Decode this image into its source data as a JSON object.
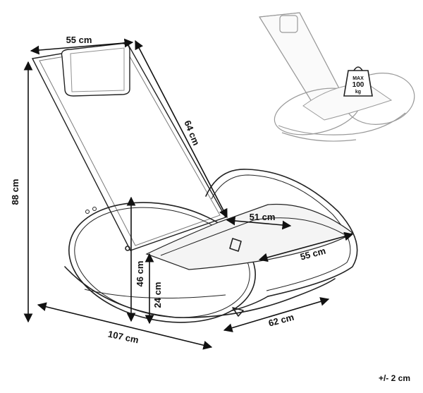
{
  "dimensions": {
    "width_top": "55 cm",
    "backrest_length": "64 cm",
    "height_total": "88 cm",
    "seat_depth": "51 cm",
    "seat_width": "55 cm",
    "seat_height": "46 cm",
    "frame_height": "24 cm",
    "length_total": "107 cm",
    "depth_base": "62 cm"
  },
  "max_load": {
    "line1": "MAX",
    "line2": "100",
    "line3": "kg"
  },
  "tolerance": "+/- 2 cm"
}
